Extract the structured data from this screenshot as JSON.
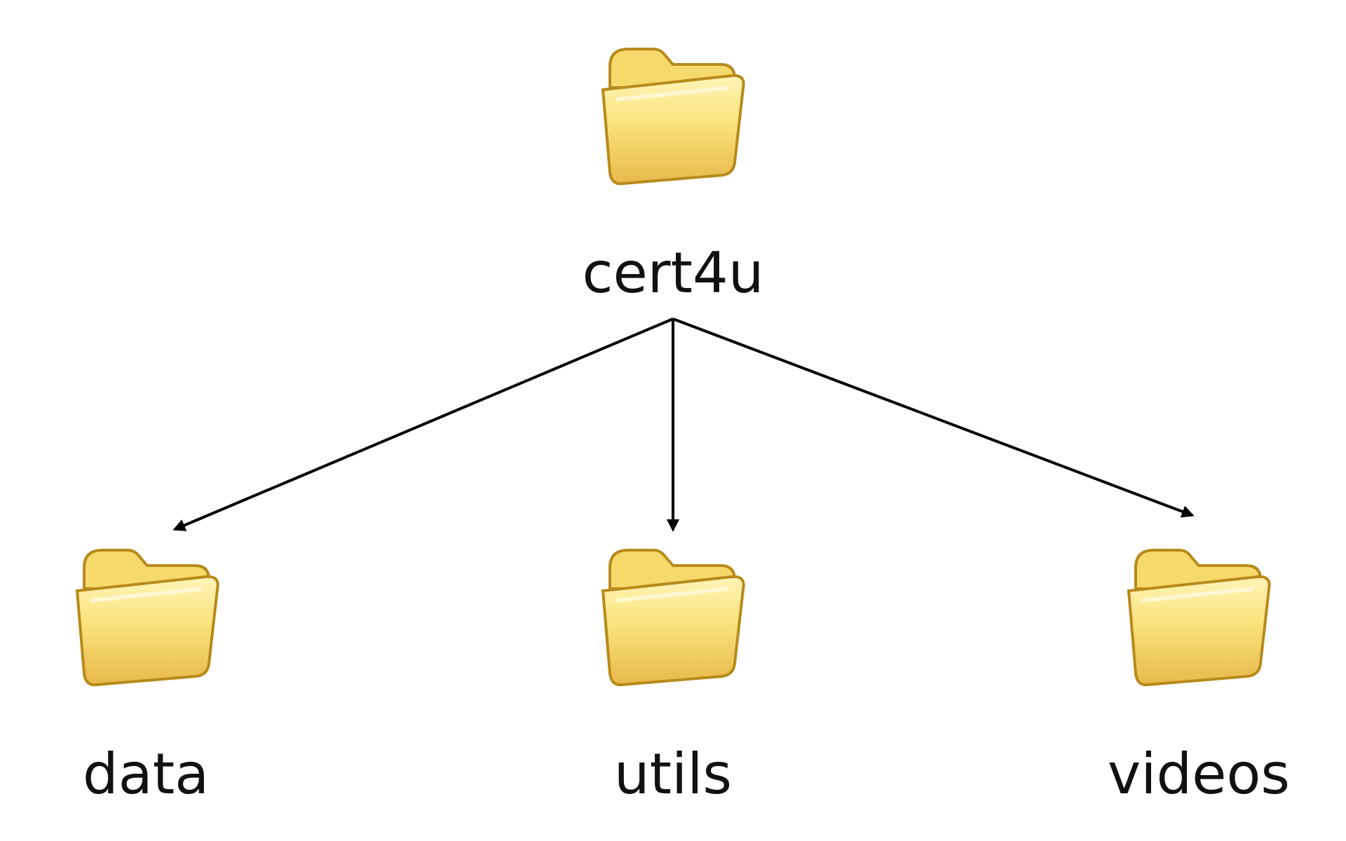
{
  "root": {
    "label": "cert4u",
    "icon": "folder-icon"
  },
  "children": [
    {
      "label": "data",
      "icon": "folder-icon"
    },
    {
      "label": "utils",
      "icon": "folder-icon"
    },
    {
      "label": "videos",
      "icon": "folder-icon"
    }
  ],
  "colors": {
    "folder_light": "#FFF4B8",
    "folder_mid": "#F7D86C",
    "folder_dark": "#D8A72F",
    "folder_outline": "#B88A1B",
    "arrow": "#000000",
    "text": "#111111"
  }
}
